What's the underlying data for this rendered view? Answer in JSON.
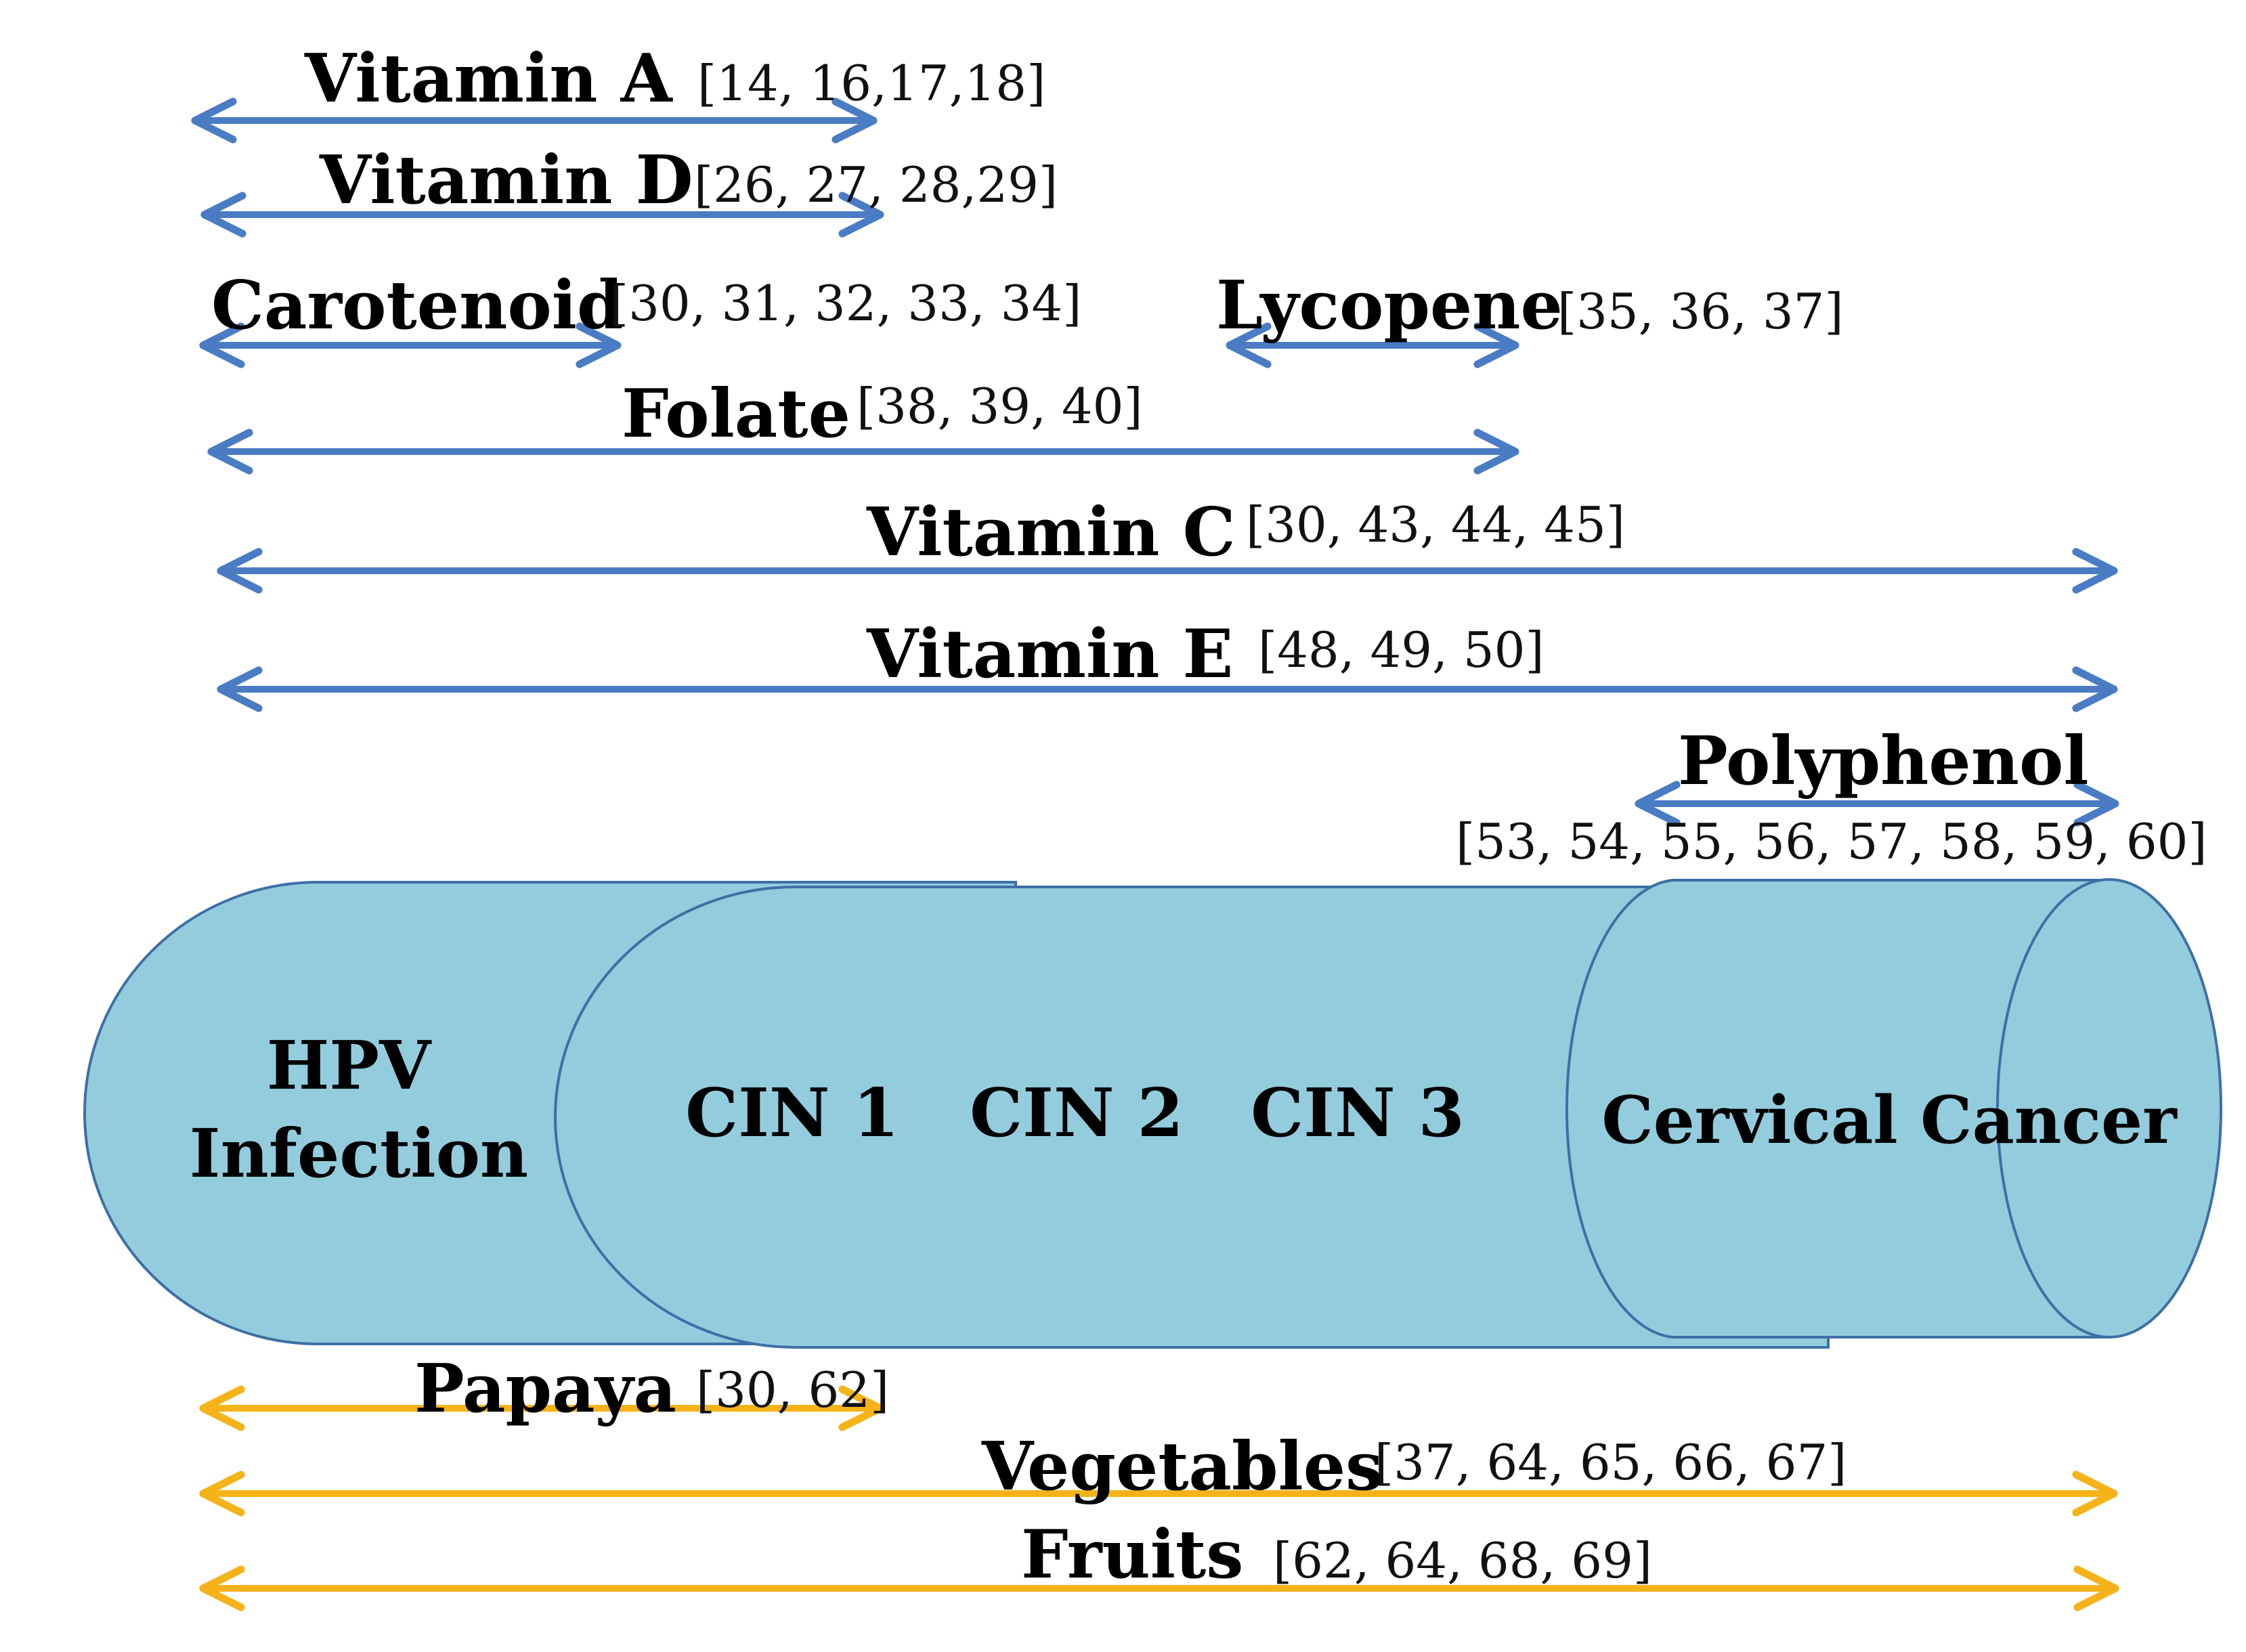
{
  "nutrients": [
    {
      "name": "Vitamin A",
      "refs": "[14, 16,17,18]"
    },
    {
      "name": "Vitamin D",
      "refs": "[26, 27, 28,29]"
    },
    {
      "name": "Carotenoid",
      "refs": "[30, 31, 32, 33, 34]"
    },
    {
      "name": "Lycopene",
      "refs": "[35, 36, 37]"
    },
    {
      "name": "Folate",
      "refs": "[38, 39, 40]"
    },
    {
      "name": "Vitamin C",
      "refs": "[30, 43, 44, 45]"
    },
    {
      "name": "Vitamin E",
      "refs": "[48, 49, 50]"
    },
    {
      "name": "Polyphenol",
      "refs": "[53, 54, 55, 56, 57, 58, 59, 60]"
    }
  ],
  "foods": [
    {
      "name": "Papaya",
      "refs": "[30, 62]"
    },
    {
      "name": "Vegetables",
      "refs": "[37, 64, 65, 66, 67]"
    },
    {
      "name": "Fruits",
      "refs": "[62, 64, 68, 69]"
    }
  ],
  "stages": {
    "hpv_line1": "HPV",
    "hpv_line2": "Infection",
    "cin1": "CIN 1",
    "cin2": "CIN 2",
    "cin3": "CIN 3",
    "cancer": "Cervical Cancer"
  },
  "colors": {
    "nutrient_arrow": "#4A7CC4",
    "food_arrow": "#F5B31A",
    "tube_fill": "#93CDDD",
    "tube_stroke": "#3E6FA6"
  }
}
